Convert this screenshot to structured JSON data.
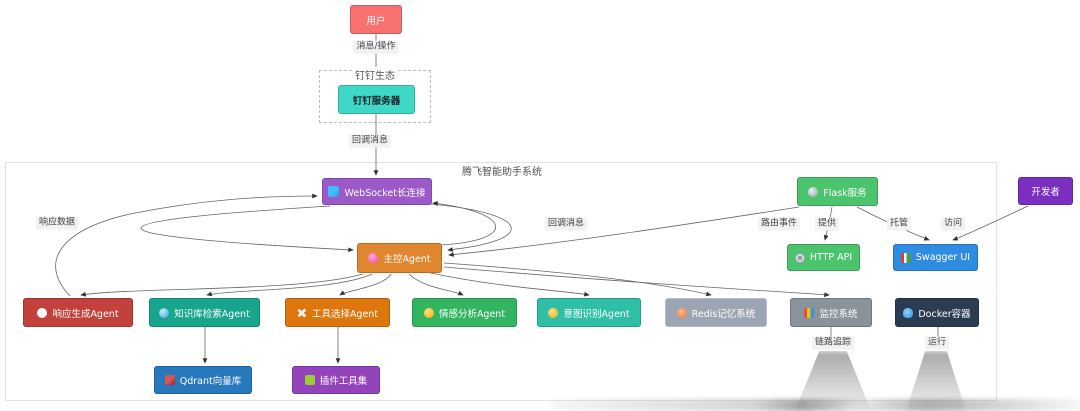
{
  "system": {
    "label": "腾飞智能助手系统"
  },
  "ecosystem": {
    "label": "钉钉生态"
  },
  "nodes": {
    "user": {
      "label": "用户",
      "color": "#f87171"
    },
    "dingtalk_server": {
      "label": "钉钉服务器",
      "color": "#3fd8c7"
    },
    "websocket": {
      "label": "WebSocket长连接",
      "color": "#9b59c9",
      "icon": "websocket-icon"
    },
    "flask": {
      "label": "Flask服务",
      "color": "#4cc36d",
      "icon": "globe-icon"
    },
    "developer": {
      "label": "开发者",
      "color": "#7a2fc0"
    },
    "main_agent": {
      "label": "主控Agent",
      "color": "#e0862f",
      "icon": "agent-icon"
    },
    "http_api": {
      "label": "HTTP API",
      "color": "#4cc36d",
      "icon": "gear-icon"
    },
    "swagger_ui": {
      "label": "Swagger UI",
      "color": "#2f8ce3",
      "icon": "book-icon"
    },
    "response_agent": {
      "label": "响应生成Agent",
      "color": "#c2413b",
      "icon": "speech-icon"
    },
    "knowledge_agent": {
      "label": "知识库检索Agent",
      "color": "#17a68b",
      "icon": "search-icon"
    },
    "tool_agent": {
      "label": "工具选择Agent",
      "color": "#dd760c",
      "icon": "tools-icon"
    },
    "sentiment_agent": {
      "label": "情感分析Agent",
      "color": "#32b461",
      "icon": "smiley-icon"
    },
    "intent_agent": {
      "label": "意图识别Agent",
      "color": "#2ebfa5",
      "icon": "thinking-icon"
    },
    "redis_memory": {
      "label": "Redis记忆系统",
      "color": "#9ba6b2",
      "icon": "database-icon"
    },
    "monitor_system": {
      "label": "监控系统",
      "color": "#8a939b",
      "icon": "chart-icon"
    },
    "docker": {
      "label": "Docker容器",
      "color": "#2b3c52",
      "icon": "whale-icon"
    },
    "qdrant": {
      "label": "Qdrant向量库",
      "color": "#2878be",
      "icon": "vector-db-icon"
    },
    "plugin_toolset": {
      "label": "插件工具集",
      "color": "#9344bb",
      "icon": "puzzle-icon"
    }
  },
  "edge_labels": {
    "message_operation": "消息/操作",
    "callback_message_top": "回调消息",
    "response_data": "响应数据",
    "callback_message_inner": "回调消息",
    "route_event": "路由事件",
    "provide": "提供",
    "host": "托管",
    "access": "访问",
    "link_trace": "链路追踪",
    "run": "运行"
  }
}
